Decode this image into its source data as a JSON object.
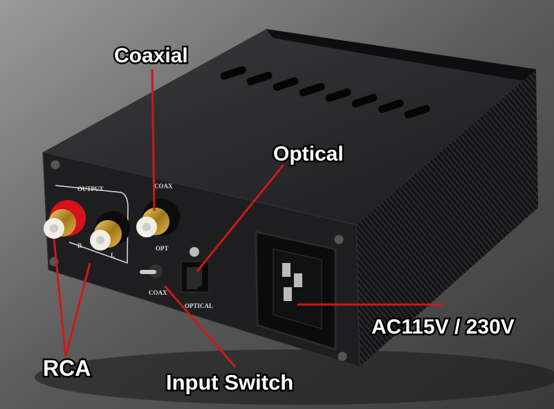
{
  "callouts": {
    "coaxial": "Coaxial",
    "optical": "Optical",
    "power": "AC115V / 230V",
    "rca": "RCA",
    "input_switch": "Input Switch"
  },
  "panel_labels": {
    "output": "OUTPUT",
    "right": "R",
    "left": "L",
    "coax_top": "COAX",
    "opt": "OPT",
    "coax_switch": "COAX",
    "optical": "OPTICAL"
  },
  "colors": {
    "callout_line": "#d01818",
    "chassis": "#1a1a1c",
    "rca_red_ring": "#d8101a",
    "gold": "#c8a030"
  }
}
